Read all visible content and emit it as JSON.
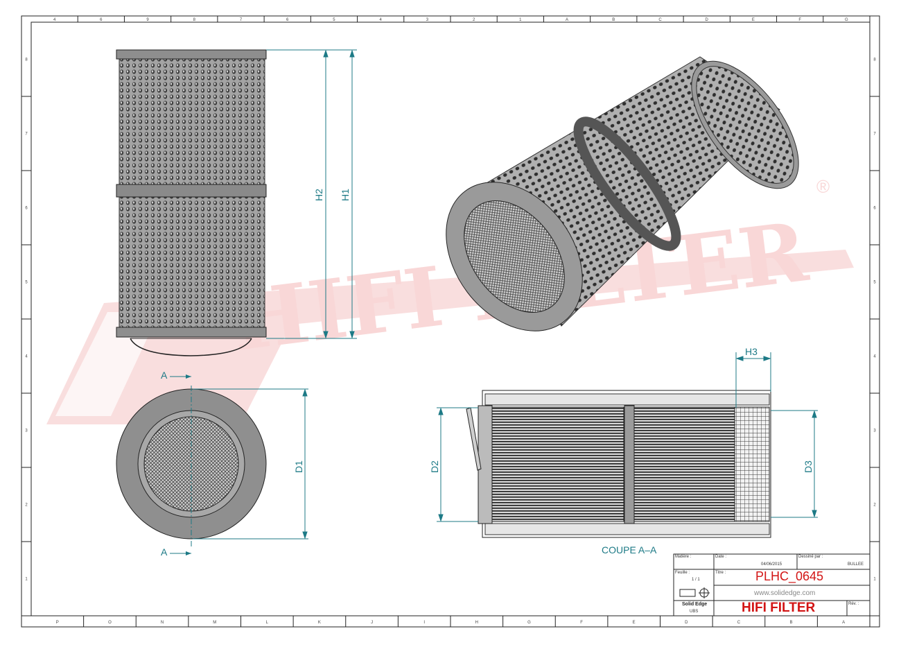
{
  "title_block": {
    "material_label": "Matière :",
    "date_label": "Date :",
    "date_value": "04/06/2015",
    "drawn_by_label": "Dessiné par :",
    "drawn_by_value": "BULLEE",
    "sheet_label": "Feuille :",
    "sheet_value": "1 / 1",
    "title_label": "Titre :",
    "part_number": "PLHC_0645",
    "software": "Solid Edge",
    "units": "UBS",
    "website": "www.solidedge.com",
    "company": "HIFI FILTER",
    "rev_label": "Rév. :"
  },
  "watermark": {
    "text": "HIFI FILTER",
    "mark": "®"
  },
  "dimensions": {
    "h1": "H1",
    "h2": "H2",
    "h3": "H3",
    "d1": "D1",
    "d2": "D2",
    "d3": "D3",
    "section_mark": "A",
    "section_label": "COUPE A–A"
  },
  "border": {
    "top_zones": [
      "4",
      "6",
      "9",
      "8",
      "7",
      "6",
      "5",
      "4",
      "3",
      "2",
      "1",
      "A",
      "B",
      "C",
      "D",
      "E",
      "F",
      "G"
    ],
    "bottom_zones": [
      "P",
      "O",
      "N",
      "M",
      "L",
      "K",
      "J",
      "I",
      "H",
      "G",
      "F",
      "E",
      "D",
      "C",
      "B",
      "A"
    ],
    "side_zones": [
      "8",
      "7",
      "6",
      "5",
      "4",
      "3",
      "2",
      "1"
    ]
  },
  "colors": {
    "dim": "#1d7a86",
    "red": "#d21414",
    "watermark": "#f2b6b6",
    "body": "#8d8d8d"
  }
}
